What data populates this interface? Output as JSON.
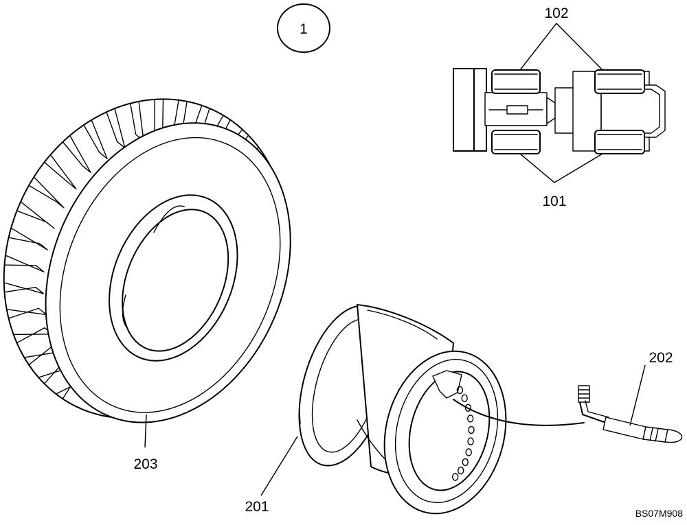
{
  "view_number": "1",
  "labels": {
    "tire": "203",
    "rim": "201",
    "valve": "202",
    "front_wheels": "102",
    "rear_wheels": "101"
  },
  "drawing_code": "BS07M908"
}
